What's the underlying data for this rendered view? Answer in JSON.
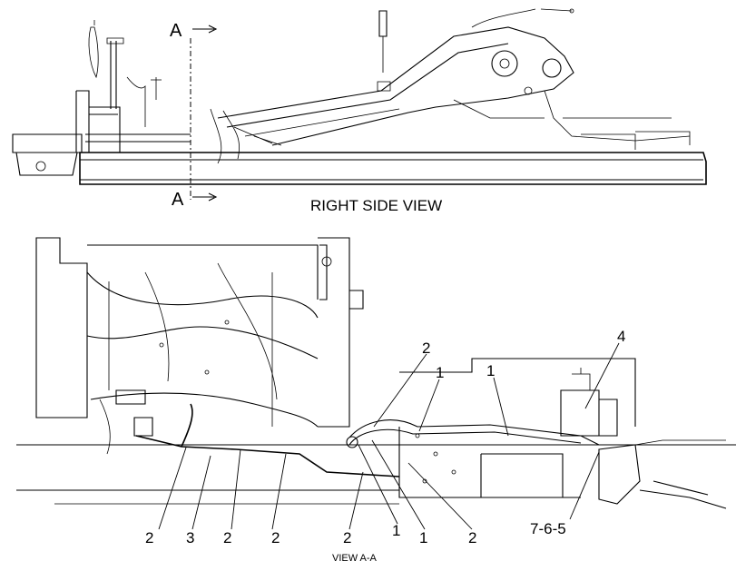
{
  "views": {
    "top_title": "RIGHT SIDE VIEW",
    "bottom_title": "VIEW A-A",
    "section_marker_top": "A",
    "section_marker_bottom": "A"
  },
  "callouts": [
    {
      "id": "c1",
      "text": "2"
    },
    {
      "id": "c2",
      "text": "3"
    },
    {
      "id": "c3",
      "text": "2"
    },
    {
      "id": "c4",
      "text": "2"
    },
    {
      "id": "c5",
      "text": "2"
    },
    {
      "id": "c6",
      "text": "1"
    },
    {
      "id": "c7",
      "text": "1"
    },
    {
      "id": "c8",
      "text": "2"
    },
    {
      "id": "c9",
      "text": "2"
    },
    {
      "id": "c10",
      "text": "1"
    },
    {
      "id": "c11",
      "text": "1"
    },
    {
      "id": "c12",
      "text": "4"
    },
    {
      "id": "c13",
      "text": "7-6-5"
    }
  ]
}
